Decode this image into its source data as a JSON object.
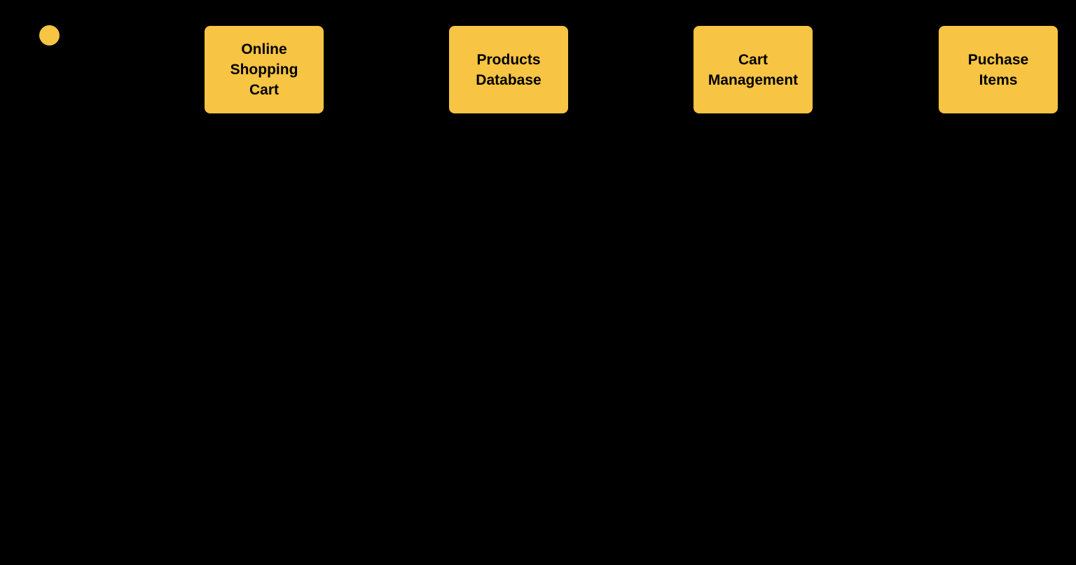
{
  "diagram": {
    "background_color": "#000000",
    "shape_fill_color": "#F7C443",
    "shape_text_color": "#000000",
    "actor": {
      "shape": "circle"
    },
    "nodes": [
      {
        "id": "online-shopping-cart",
        "label": "Online\nShopping\nCart"
      },
      {
        "id": "products-database",
        "label": "Products\nDatabase"
      },
      {
        "id": "cart-management",
        "label": "Cart\nManagement"
      },
      {
        "id": "puchase-items",
        "label": "Puchase\nItems"
      }
    ]
  }
}
